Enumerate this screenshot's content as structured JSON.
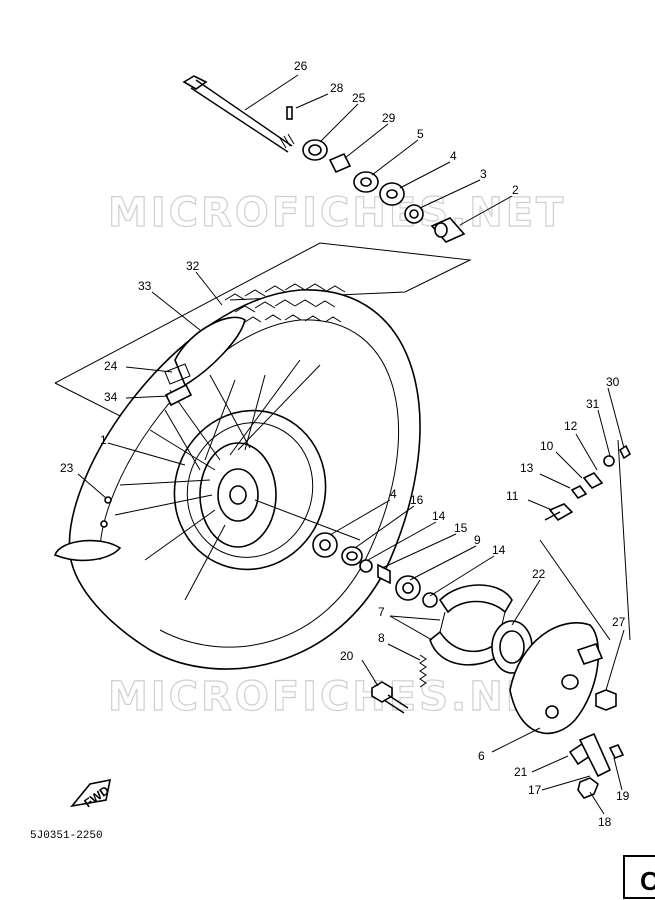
{
  "watermark": "MICROFICHES.NET",
  "diagram_code": "5J0351-2250",
  "fwd_label": "FWD",
  "corner_badge": "C",
  "callouts": [
    {
      "id": "26",
      "text": "26"
    },
    {
      "id": "28",
      "text": "28"
    },
    {
      "id": "25",
      "text": "25"
    },
    {
      "id": "29",
      "text": "29"
    },
    {
      "id": "5",
      "text": "5"
    },
    {
      "id": "4a",
      "text": "4"
    },
    {
      "id": "3",
      "text": "3"
    },
    {
      "id": "2",
      "text": "2"
    },
    {
      "id": "32",
      "text": "32"
    },
    {
      "id": "33",
      "text": "33"
    },
    {
      "id": "24",
      "text": "24"
    },
    {
      "id": "34",
      "text": "34"
    },
    {
      "id": "1",
      "text": "1"
    },
    {
      "id": "23",
      "text": "23"
    },
    {
      "id": "30",
      "text": "30"
    },
    {
      "id": "31",
      "text": "31"
    },
    {
      "id": "12",
      "text": "12"
    },
    {
      "id": "10",
      "text": "10"
    },
    {
      "id": "13",
      "text": "13"
    },
    {
      "id": "11",
      "text": "11"
    },
    {
      "id": "4b",
      "text": "4"
    },
    {
      "id": "16",
      "text": "16"
    },
    {
      "id": "14a",
      "text": "14"
    },
    {
      "id": "15",
      "text": "15"
    },
    {
      "id": "9",
      "text": "9"
    },
    {
      "id": "14b",
      "text": "14"
    },
    {
      "id": "22",
      "text": "22"
    },
    {
      "id": "7",
      "text": "7"
    },
    {
      "id": "8",
      "text": "8"
    },
    {
      "id": "27",
      "text": "27"
    },
    {
      "id": "20",
      "text": "20"
    },
    {
      "id": "6",
      "text": "6"
    },
    {
      "id": "21",
      "text": "21"
    },
    {
      "id": "17",
      "text": "17"
    },
    {
      "id": "19",
      "text": "19"
    },
    {
      "id": "18",
      "text": "18"
    }
  ]
}
